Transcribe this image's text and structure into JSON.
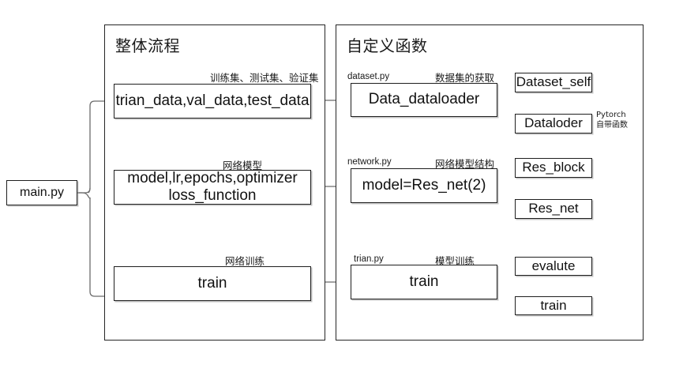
{
  "diagram": {
    "title_left": "整体流程",
    "title_right": "自定义函数",
    "entry": {
      "label": "main.py"
    },
    "flow": [
      {
        "left_box": "trian_data,val_data,test_data",
        "left_note": "训练集、测试集、验证集",
        "right_file": "dataset.py",
        "right_note": "数据集的获取",
        "right_box": "Data_dataloader",
        "children": [
          "Dataset_self",
          "Dataloder"
        ],
        "child_note": "Pytorch\n自带函数"
      },
      {
        "left_box": "model,lr,epochs,optimizer\nloss_function",
        "left_note": "网络模型",
        "right_file": "network.py",
        "right_note": "网络模型结构",
        "right_box": "model=Res_net(2)",
        "children": [
          "Res_block",
          "Res_net"
        ],
        "child_note": ""
      },
      {
        "left_box": "train",
        "left_note": "网络训练",
        "right_file": "trian.py",
        "right_note": "模型训练",
        "right_box": "train",
        "children": [
          "evalute",
          "train"
        ],
        "child_note": ""
      }
    ]
  },
  "colors": {
    "stroke": "#262626",
    "wire": "#6b6b6b",
    "background": "#ffffff"
  }
}
